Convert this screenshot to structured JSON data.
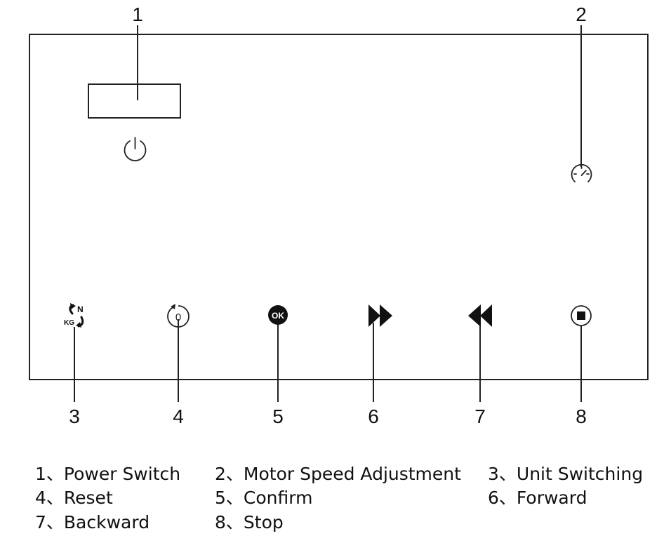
{
  "callouts": [
    "1",
    "2",
    "3",
    "4",
    "5",
    "6",
    "7",
    "8"
  ],
  "buttons": {
    "unit_switch": {
      "top_text": "N",
      "bottom_text": "KG"
    },
    "reset": {
      "text": "0"
    },
    "confirm": {
      "text": "OK"
    }
  },
  "icons": {
    "power": "power-icon",
    "speed": "speedometer-icon",
    "unit_switch": "unit-switch-icon",
    "reset": "reset-icon",
    "confirm": "ok-icon",
    "forward": "fast-forward-icon",
    "backward": "rewind-icon",
    "stop": "stop-icon"
  },
  "legend": [
    "1、Power Switch",
    "2、Motor Speed Adjustment",
    "3、Unit Switching",
    "4、Reset",
    "5、Confirm",
    "6、Forward",
    "7、Backward",
    "8、Stop"
  ]
}
